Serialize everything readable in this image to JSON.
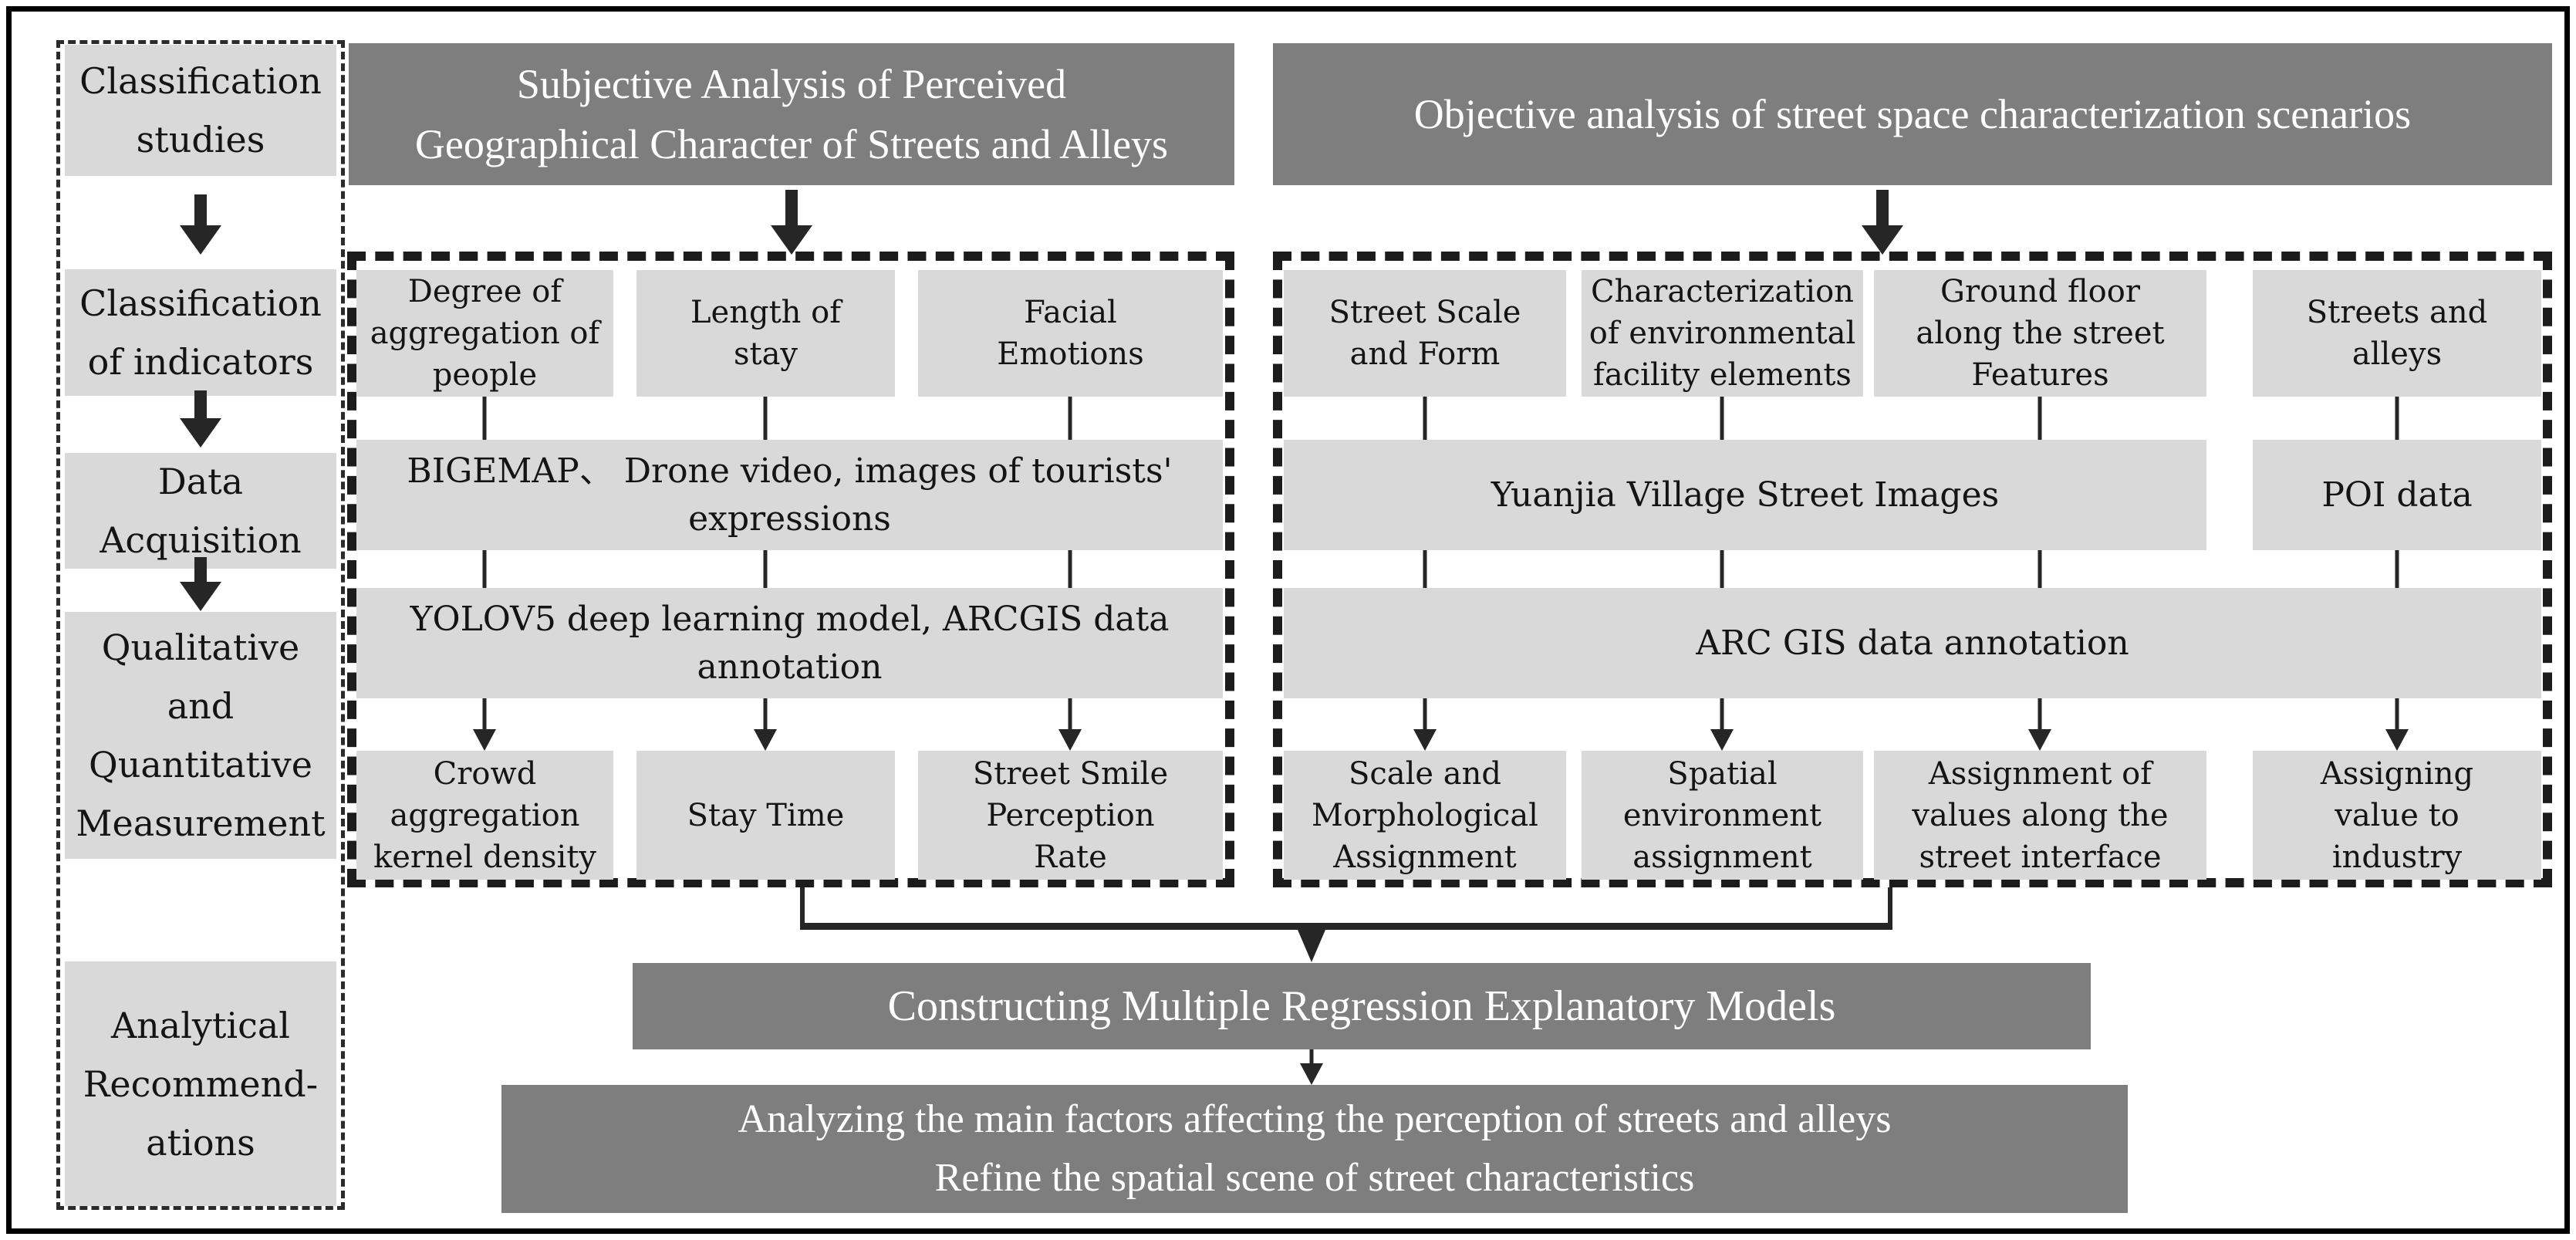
{
  "colors": {
    "box_light": "#d9d9d9",
    "box_dark": "#7e7e7e",
    "line": "#262626",
    "text_on_light": "#141414",
    "text_on_dark": "#ffffff"
  },
  "sidebar": {
    "steps": [
      {
        "label": "Classification\nstudies"
      },
      {
        "label": "Classification\nof indicators"
      },
      {
        "label": "Data\nAcquisition"
      },
      {
        "label": "Qualitative\nand\nQuantitative\nMeasurement"
      },
      {
        "label": "Analytical\nRecommend-\nations"
      }
    ]
  },
  "headers": {
    "subjective": "Subjective Analysis of Perceived\nGeographical Character of Streets and Alleys",
    "objective": "Objective analysis of street space characterization scenarios"
  },
  "subjective_panel": {
    "indicators": [
      "Degree of\naggregation of\npeople",
      "Length of\nstay",
      "Facial\nEmotions"
    ],
    "data_sources": "BIGEMAP、 Drone video, images of tourists'\nexpressions",
    "methods": "YOLOV5 deep learning model, ARCGIS data\nannotation",
    "outputs": [
      "Crowd\naggregation\nkernel density",
      "Stay Time",
      "Street Smile\nPerception\nRate"
    ]
  },
  "objective_panel": {
    "indicators": [
      "Street Scale\nand Form",
      "Characterization\nof environmental\nfacility elements",
      "Ground floor\nalong the street\nFeatures",
      "Streets and\nalleys"
    ],
    "street_images": "Yuanjia Village Street Images",
    "poi": "POI data",
    "methods": "ARC GIS data annotation",
    "outputs": [
      "Scale and\nMorphological\nAssignment",
      "Spatial\nenvironment\nassignment",
      "Assignment of\nvalues along the\nstreet interface",
      "Assigning\nvalue to\nindustry"
    ]
  },
  "results": {
    "model": "Constructing Multiple Regression Explanatory Models",
    "conclusion": "Analyzing the main factors affecting the perception of streets and alleys\nRefine the spatial scene of street characteristics"
  }
}
